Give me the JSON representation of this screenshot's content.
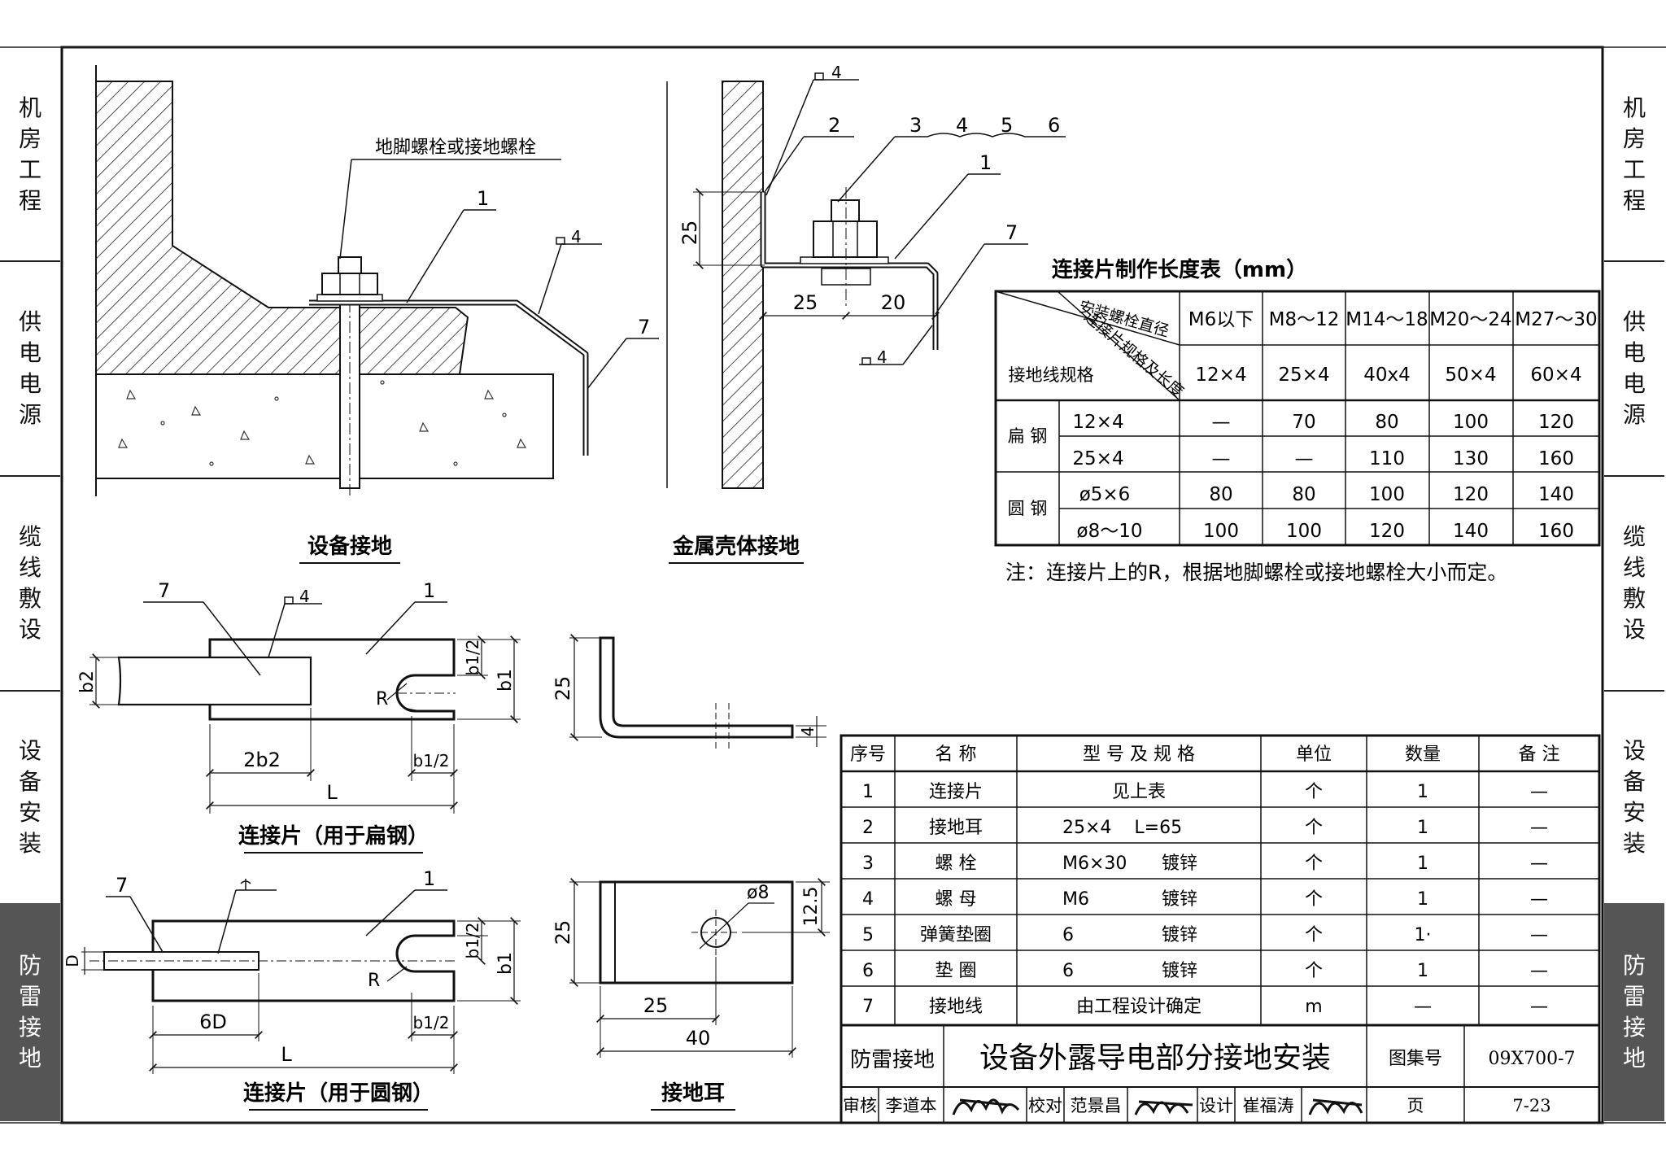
{
  "side_tabs": [
    {
      "label": "机房工程",
      "active": false
    },
    {
      "label": "供电电源",
      "active": false
    },
    {
      "label": "缆线敷设",
      "active": false
    },
    {
      "label": "设备安装",
      "active": false
    },
    {
      "label": "防雷接地",
      "active": true
    }
  ],
  "views": {
    "equipment_grounding": {
      "title": "设备接地",
      "callout_bolt": "地脚螺栓或接地螺栓",
      "callout_1": "1",
      "callout_7": "7",
      "weld": "4"
    },
    "shell_grounding": {
      "title": "金属壳体接地",
      "callouts": [
        "2",
        "3",
        "4",
        "5",
        "6",
        "1",
        "7"
      ],
      "dims": [
        "25",
        "25",
        "20"
      ],
      "weld_top": "4",
      "weld_bottom": "4"
    },
    "flat_steel_piece": {
      "title": "连接片（用于扁钢）",
      "callout_7": "7",
      "callout_1": "1",
      "weld": "4",
      "dims": [
        "b2",
        "2b2",
        "b1/2",
        "L",
        "b1/2",
        "b1"
      ],
      "radius": "R"
    },
    "round_steel_piece": {
      "title": "连接片（用于圆钢）",
      "callout_7": "7",
      "callout_1": "1",
      "dims": [
        "D",
        "6D",
        "b1/2",
        "L",
        "b1/2",
        "b1"
      ],
      "radius": "R"
    },
    "ear_side": {
      "dims": [
        "25",
        "4"
      ]
    },
    "ear": {
      "title": "接地耳",
      "dims": [
        "25",
        "25",
        "40",
        "12.5"
      ],
      "hole": "ø8"
    }
  },
  "length_table": {
    "title": "连接片制作长度表（mm）",
    "header_diag": [
      "安装螺栓直径",
      "连接片规格及长度",
      "接地线规格"
    ],
    "bolt_sizes": [
      "M6以下",
      "M8～12",
      "M14～18",
      "M20～24",
      "M27～30"
    ],
    "piece_specs": [
      "12×4",
      "25×4",
      "40x4",
      "50×4",
      "60×4"
    ],
    "groups": [
      {
        "name": "扁 钢",
        "rows": [
          {
            "spec": "12×4",
            "values": [
              "—",
              "70",
              "80",
              "100",
              "120"
            ]
          },
          {
            "spec": "25×4",
            "values": [
              "—",
              "—",
              "110",
              "130",
              "160"
            ]
          }
        ]
      },
      {
        "name": "圆 钢",
        "rows": [
          {
            "spec": "ø5×6",
            "values": [
              "80",
              "80",
              "100",
              "120",
              "140"
            ]
          },
          {
            "spec": "ø8～10",
            "values": [
              "100",
              "100",
              "120",
              "140",
              "160"
            ]
          }
        ]
      }
    ],
    "note": "注：连接片上的R，根据地脚螺栓或接地螺栓大小而定。"
  },
  "parts_list": {
    "headers": [
      "序号",
      "名 称",
      "型 号 及 规 格",
      "单位",
      "数量",
      "备 注"
    ],
    "rows": [
      {
        "no": "1",
        "name": "连接片",
        "spec": "见上表",
        "spec2": "",
        "unit": "个",
        "qty": "1",
        "note": "—"
      },
      {
        "no": "2",
        "name": "接地耳",
        "spec": "25×4    L=65",
        "spec2": "",
        "unit": "个",
        "qty": "1",
        "note": "—"
      },
      {
        "no": "3",
        "name": "螺 栓",
        "spec": "M6×30",
        "spec2": "镀锌",
        "unit": "个",
        "qty": "1",
        "note": "—"
      },
      {
        "no": "4",
        "name": "螺 母",
        "spec": "M6",
        "spec2": "镀锌",
        "unit": "个",
        "qty": "1",
        "note": "—"
      },
      {
        "no": "5",
        "name": "弹簧垫圈",
        "spec": "6",
        "spec2": "镀锌",
        "unit": "个",
        "qty": "1·",
        "note": "—"
      },
      {
        "no": "6",
        "name": "垫 圈",
        "spec": "6",
        "spec2": "镀锌",
        "unit": "个",
        "qty": "1",
        "note": "—"
      },
      {
        "no": "7",
        "name": "接地线",
        "spec": "由工程设计确定",
        "spec2": "",
        "unit": "m",
        "qty": "—",
        "note": "—"
      }
    ]
  },
  "title_block": {
    "category": "防雷接地",
    "drawing_title": "设备外露导电部分接地安装",
    "atlas_label": "图集号",
    "atlas_no": "09X700-7",
    "review_label": "审核",
    "reviewer": "李道本",
    "check_label": "校对",
    "checker": "范景昌",
    "design_label": "设计",
    "designer": "崔福涛",
    "page_label": "页",
    "page_no": "7-23"
  }
}
